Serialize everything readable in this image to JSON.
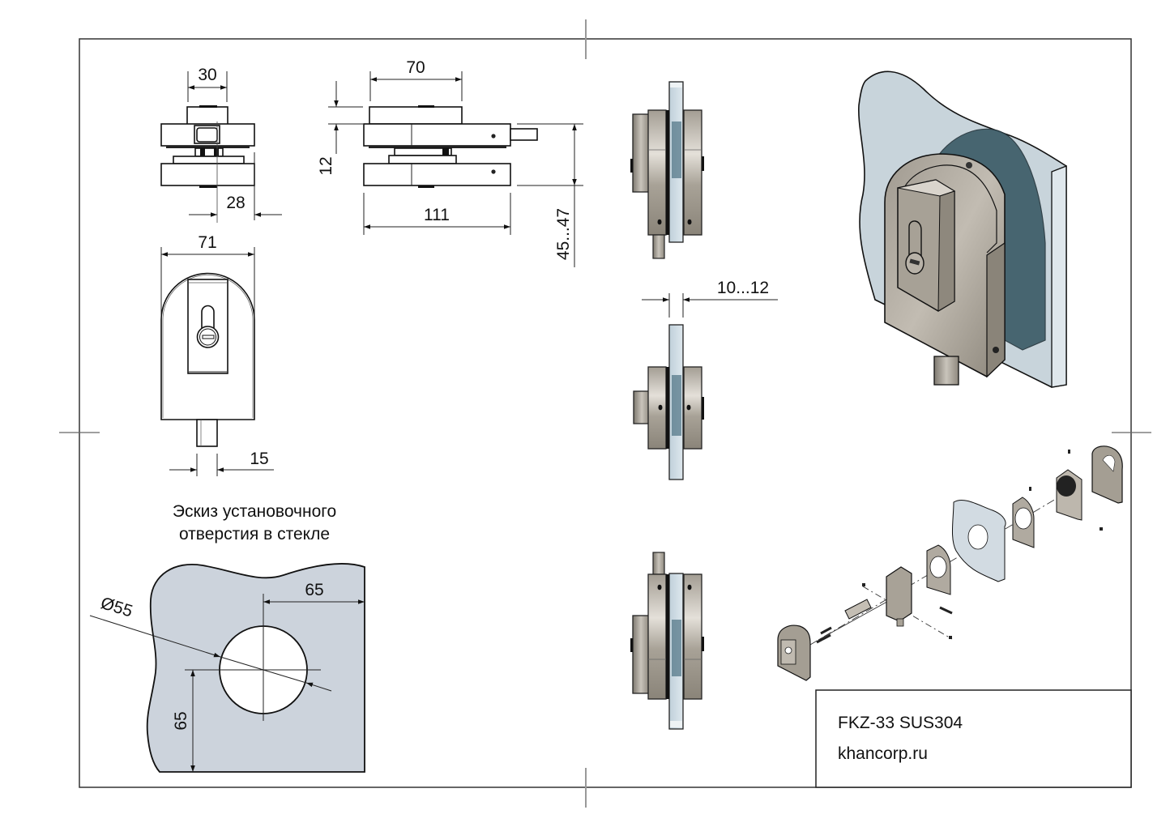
{
  "sheet": {
    "product_title": "FKZ-33 SUS304",
    "website": "khancorp.ru"
  },
  "top_view": {
    "dim_width_top": "30",
    "dim_offset_bottom": "28"
  },
  "side_view": {
    "dim_top_width": "70",
    "dim_total_length": "111",
    "dim_plate_thickness": "12",
    "dim_clamp_height": "45...47"
  },
  "front_view": {
    "dim_width": "71",
    "dim_bolt_width": "15"
  },
  "edge_views": {
    "dim_glass_thickness": "10...12"
  },
  "hole_sketch": {
    "caption_line1": "Эскиз установочного",
    "caption_line2": "отверстия в стекле",
    "dim_diameter": "Ø55",
    "dim_from_edge": "65",
    "dim_from_bottom": "65"
  },
  "colors": {
    "frame": "#333333",
    "glass_fill": "#ccd3dc",
    "metal": "#8f8a82",
    "glass_blue": "#3a5a66",
    "glass_light": "#c7d6df"
  }
}
